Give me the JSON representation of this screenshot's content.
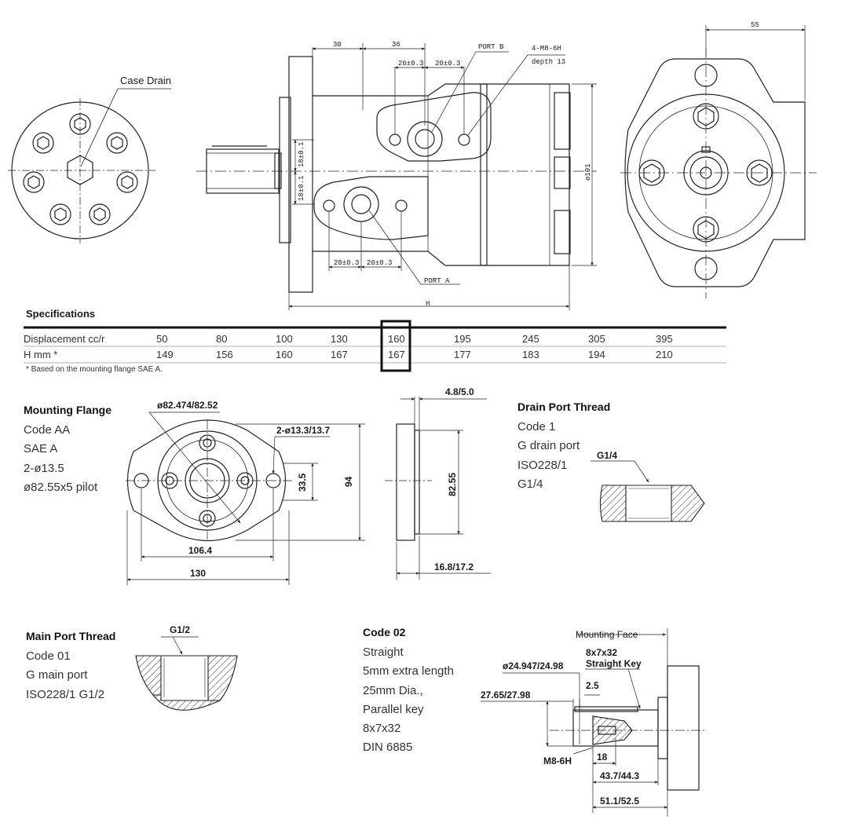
{
  "top_view": {
    "case_drain": "Case Drain",
    "port_a": "PORT A",
    "port_b": "PORT B",
    "thread_callout": "4-M8-6H",
    "depth_callout": "depth 13",
    "dim_30": "30",
    "dim_36": "36",
    "dim_20_1": "20±0.3",
    "dim_20_2": "20±0.3",
    "dim_20_3": "20±0.3",
    "dim_20_4": "20±0.3",
    "dim_18_1": "18±0.1",
    "dim_18_2": "18±0.1",
    "dim_h": "H",
    "dim_101": "ø101",
    "dim_55": "55"
  },
  "specifications": {
    "title": "Specifications",
    "rows": [
      {
        "label": "Displacement cc/r",
        "values": [
          "50",
          "80",
          "100",
          "130",
          "160",
          "195",
          "245",
          "305",
          "395"
        ]
      },
      {
        "label": "H mm *",
        "values": [
          "149",
          "156",
          "160",
          "167",
          "167",
          "177",
          "183",
          "194",
          "210"
        ]
      }
    ],
    "footnote": "* Based on the mounting flange SAE A.",
    "highlight_index": 4
  },
  "mounting_flange": {
    "title": "Mounting Flange",
    "lines": [
      "Code AA",
      "SAE A",
      "2-ø13.5",
      "ø82.55x5 pilot"
    ],
    "dim_pilot": "ø82.474/82.52",
    "dim_holes": "2-ø13.3/13.7",
    "dim_33_5": "33.5",
    "dim_94": "94",
    "dim_106_4": "106.4",
    "dim_130": "130",
    "dim_4_8": "4.8/5.0",
    "dim_82_55": "82.55",
    "dim_16_8": "16.8/17.2"
  },
  "drain_port": {
    "title": "Drain Port Thread",
    "lines": [
      "Code 1",
      "G drain port",
      "ISO228/1",
      "G1/4"
    ],
    "callout": "G1/4"
  },
  "main_port": {
    "title": "Main Port Thread",
    "lines": [
      "Code 01",
      "G main port",
      "ISO228/1 G1/2"
    ],
    "callout": "G1/2"
  },
  "shaft": {
    "title": "Code 02",
    "lines": [
      "Straight",
      "5mm extra length",
      "25mm Dia.,",
      "Parallel key",
      "8x7x32",
      "DIN 6885"
    ],
    "mounting_face": "Mounting Face",
    "key_label_1": "8x7x32",
    "key_label_2": "Straight Key",
    "dim_dia": "ø24.947/24.98",
    "dim_2_5": "2.5",
    "dim_27": "27.65/27.98",
    "dim_m8": "M8-6H",
    "dim_18": "18",
    "dim_43": "43.7/44.3",
    "dim_51": "51.1/52.5"
  }
}
